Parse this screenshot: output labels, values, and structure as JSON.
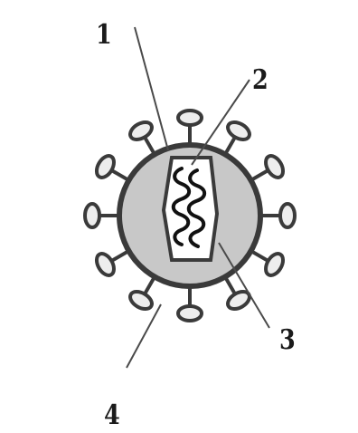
{
  "labels": {
    "label_1": "1",
    "label_2": "2",
    "label_3": "3",
    "label_4": "4"
  },
  "colors": {
    "stroke": "#3a3a3a",
    "envelope_fill": "#c8c8c8",
    "spike_fill": "#ededed",
    "capsid_fill": "#ffffff",
    "nucleic_acid": "#111111"
  },
  "icons": {
    "virus": "virus-particle-icon",
    "nucleic_acid": "nucleic-acid-strand-icon"
  }
}
